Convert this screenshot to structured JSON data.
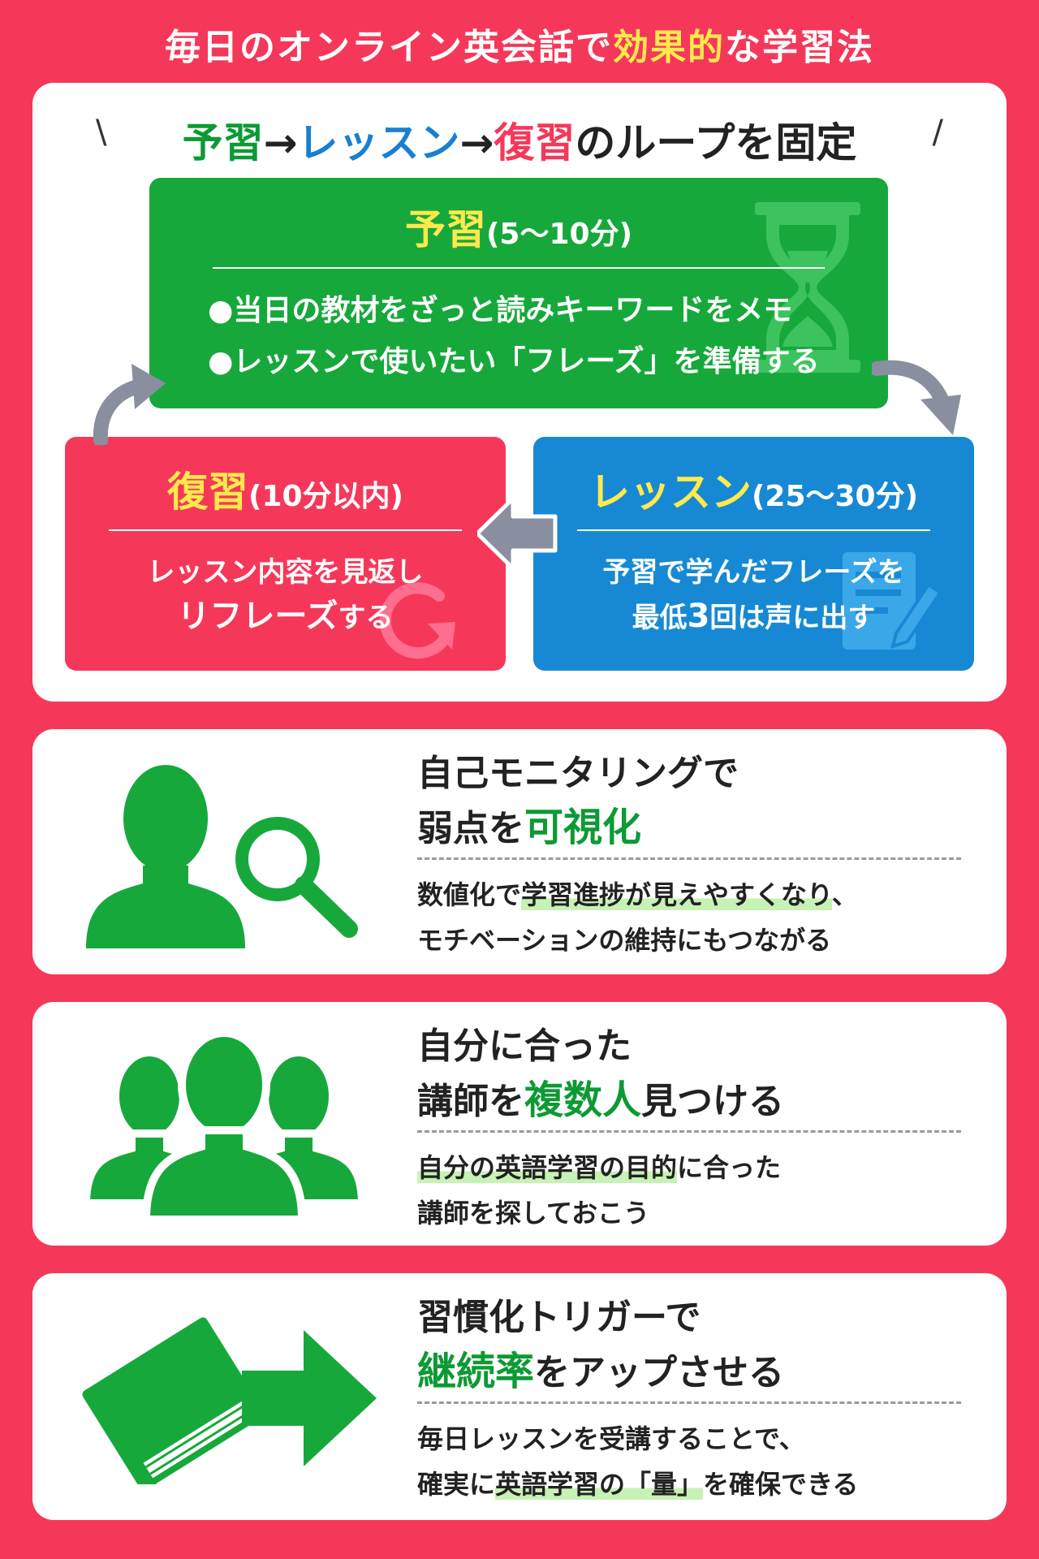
{
  "title": {
    "prefix": "毎日のオンライン英会話で",
    "highlight": "効果的",
    "suffix": "な学習法"
  },
  "loop": {
    "heading": {
      "part1": "予習",
      "arrow1": "→",
      "part2": "レッスン",
      "arrow2": "→",
      "part3": "復習",
      "suffix": "のループを固定",
      "slash_left": "\\",
      "slash_right": "/"
    },
    "prep": {
      "title": "予習",
      "time": "(5〜10分)",
      "item1_prefix": "●当日の教材をざっと読み",
      "item1_bold": "キーワード",
      "item1_suffix": "をメモ",
      "item2_prefix": "●レッスンで使いたい「",
      "item2_bold": "フレーズ",
      "item2_suffix": "」を準備する"
    },
    "review": {
      "title": "復習",
      "time": "(10分以内)",
      "line1": "レッスン内容を見返し",
      "line2_bold": "リフレーズ",
      "line2_suffix": "する"
    },
    "lesson": {
      "title": "レッスン",
      "time": "(25〜30分)",
      "line1": "予習で学んだフレーズを",
      "line2_prefix": "最低",
      "line2_bold": "3",
      "line2_suffix": "回は声に出す"
    },
    "colors": {
      "green": "#17a83c",
      "blue": "#1789d4",
      "red": "#f5385a",
      "yellow": "#ffe94d"
    }
  },
  "tips": [
    {
      "icon": "person-magnifier-icon",
      "heading_line1": "自己モニタリングで",
      "heading_line2_prefix": "弱点を",
      "heading_line2_em": "可視化",
      "desc_line1_prefix": "数値化で",
      "desc_line1_mark": "学習進捗が見えやすくなり",
      "desc_line1_suffix": "、",
      "desc_line2": "モチベーションの維持にもつながる"
    },
    {
      "icon": "group-people-icon",
      "heading_line1": "自分に合った",
      "heading_line2_prefix": "講師を",
      "heading_line2_em": "複数人",
      "heading_line2_suffix": "見つける",
      "desc_line1_mark": "自分の英語学習の目的",
      "desc_line1_suffix": "に合った",
      "desc_line2": "講師を探しておこう"
    },
    {
      "icon": "book-arrow-icon",
      "heading_line1": "習慣化トリガーで",
      "heading_line2_em": "継続率",
      "heading_line2_suffix": "をアップさせる",
      "desc_line1": "毎日レッスンを受講することで、",
      "desc_line2_prefix": "確実に",
      "desc_line2_mark": "英語学習の「量」",
      "desc_line2_suffix": "を確保できる"
    }
  ]
}
